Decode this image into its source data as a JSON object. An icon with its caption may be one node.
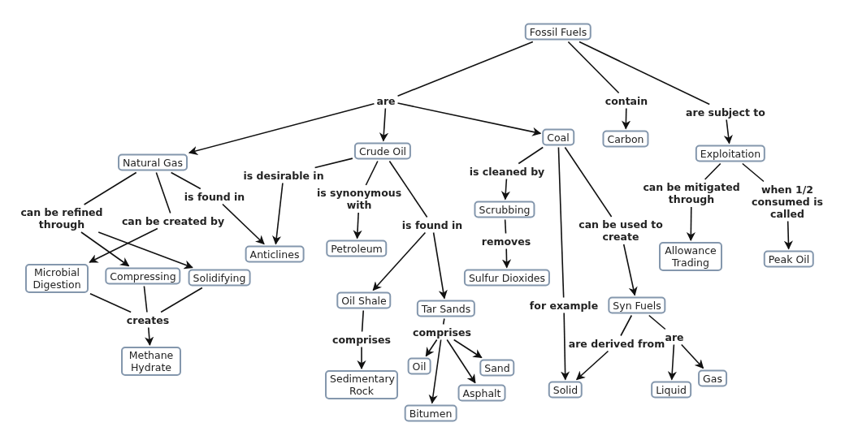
{
  "diagram": {
    "nodes": [
      {
        "text": [
          "Fossil Fuels"
        ]
      },
      {
        "text": [
          "are"
        ]
      },
      {
        "text": [
          "contain"
        ]
      },
      {
        "text": [
          "are subject to"
        ]
      },
      {
        "text": [
          "Natural Gas"
        ]
      },
      {
        "text": [
          "Crude Oil"
        ]
      },
      {
        "text": [
          "Coal"
        ]
      },
      {
        "text": [
          "Carbon"
        ]
      },
      {
        "text": [
          "Exploitation"
        ]
      },
      {
        "text": [
          "is desirable in"
        ]
      },
      {
        "text": [
          "is found in"
        ]
      },
      {
        "text": [
          "is synonymous with"
        ]
      },
      {
        "text": [
          "is cleaned by"
        ]
      },
      {
        "text": [
          "can be refined through"
        ]
      },
      {
        "text": [
          "can be created by"
        ]
      },
      {
        "text": [
          "can be used to create"
        ]
      },
      {
        "text": [
          "can be mitigated through"
        ]
      },
      {
        "text": [
          "when 1/2 consumed is called"
        ]
      },
      {
        "text": [
          "is found in"
        ]
      },
      {
        "text": [
          "removes"
        ]
      },
      {
        "text": [
          "Anticlines"
        ]
      },
      {
        "text": [
          "Petroleum"
        ]
      },
      {
        "text": [
          "Scrubbing"
        ]
      },
      {
        "text": [
          "Allowance Trading"
        ]
      },
      {
        "text": [
          "Peak Oil"
        ]
      },
      {
        "text": [
          "Sulfur Dioxides"
        ]
      },
      {
        "text": [
          "Microbial Digestion"
        ]
      },
      {
        "text": [
          "Compressing"
        ]
      },
      {
        "text": [
          "Solidifying"
        ]
      },
      {
        "text": [
          "Oil Shale"
        ]
      },
      {
        "text": [
          "Tar Sands"
        ]
      },
      {
        "text": [
          "for example"
        ]
      },
      {
        "text": [
          "Syn Fuels"
        ]
      },
      {
        "text": [
          "creates"
        ]
      },
      {
        "text": [
          "comprises"
        ]
      },
      {
        "text": [
          "comprises"
        ]
      },
      {
        "text": [
          "are derived from"
        ]
      },
      {
        "text": [
          "are"
        ]
      },
      {
        "text": [
          "Methane Hydrate"
        ]
      },
      {
        "text": [
          "Oil"
        ]
      },
      {
        "text": [
          "Sand"
        ]
      },
      {
        "text": [
          "Sedimentary Rock"
        ]
      },
      {
        "text": [
          "Asphalt"
        ]
      },
      {
        "text": [
          "Solid"
        ]
      },
      {
        "text": [
          "Liquid"
        ]
      },
      {
        "text": [
          "Gas"
        ]
      },
      {
        "text": [
          "Bitumen"
        ]
      }
    ],
    "edges": [
      {
        "from": 0,
        "to": 1,
        "arrow": "none"
      },
      {
        "from": 1,
        "to": 4,
        "arrow": "to"
      },
      {
        "from": 1,
        "to": 5,
        "arrow": "to"
      },
      {
        "from": 1,
        "to": 6,
        "arrow": "to"
      },
      {
        "from": 0,
        "to": 2,
        "arrow": "none"
      },
      {
        "from": 2,
        "to": 7,
        "arrow": "to"
      },
      {
        "from": 0,
        "to": 3,
        "arrow": "none"
      },
      {
        "from": 3,
        "to": 8,
        "arrow": "to"
      },
      {
        "from": 4,
        "to": 13,
        "arrow": "none"
      },
      {
        "from": 13,
        "to": 27,
        "arrow": "to"
      },
      {
        "from": 13,
        "to": 28,
        "arrow": "to"
      },
      {
        "from": 4,
        "to": 14,
        "arrow": "none"
      },
      {
        "from": 14,
        "to": 26,
        "arrow": "to"
      },
      {
        "from": 4,
        "to": 10,
        "arrow": "none"
      },
      {
        "from": 10,
        "to": 20,
        "arrow": "to"
      },
      {
        "from": 5,
        "to": 9,
        "arrow": "none"
      },
      {
        "from": 9,
        "to": 20,
        "arrow": "to"
      },
      {
        "from": 5,
        "to": 11,
        "arrow": "none"
      },
      {
        "from": 11,
        "to": 21,
        "arrow": "to"
      },
      {
        "from": 5,
        "to": 18,
        "arrow": "none"
      },
      {
        "from": 18,
        "to": 29,
        "arrow": "to"
      },
      {
        "from": 18,
        "to": 30,
        "arrow": "to"
      },
      {
        "from": 6,
        "to": 12,
        "arrow": "none"
      },
      {
        "from": 12,
        "to": 22,
        "arrow": "to"
      },
      {
        "from": 22,
        "to": 19,
        "arrow": "none"
      },
      {
        "from": 19,
        "to": 25,
        "arrow": "to"
      },
      {
        "from": 6,
        "to": 31,
        "arrow": "none"
      },
      {
        "from": 31,
        "to": 43,
        "arrow": "to"
      },
      {
        "from": 6,
        "to": 15,
        "arrow": "none"
      },
      {
        "from": 15,
        "to": 32,
        "arrow": "to"
      },
      {
        "from": 8,
        "to": 16,
        "arrow": "none"
      },
      {
        "from": 16,
        "to": 23,
        "arrow": "to"
      },
      {
        "from": 8,
        "to": 17,
        "arrow": "none"
      },
      {
        "from": 17,
        "to": 24,
        "arrow": "to"
      },
      {
        "from": 26,
        "to": 33,
        "arrow": "none"
      },
      {
        "from": 27,
        "to": 33,
        "arrow": "none"
      },
      {
        "from": 28,
        "to": 33,
        "arrow": "none"
      },
      {
        "from": 33,
        "to": 38,
        "arrow": "to"
      },
      {
        "from": 29,
        "to": 34,
        "arrow": "none"
      },
      {
        "from": 34,
        "to": 41,
        "arrow": "to"
      },
      {
        "from": 30,
        "to": 35,
        "arrow": "none"
      },
      {
        "from": 35,
        "to": 39,
        "arrow": "to"
      },
      {
        "from": 35,
        "to": 46,
        "arrow": "to"
      },
      {
        "from": 35,
        "to": 42,
        "arrow": "to"
      },
      {
        "from": 35,
        "to": 40,
        "arrow": "to"
      },
      {
        "from": 32,
        "to": 36,
        "arrow": "none"
      },
      {
        "from": 36,
        "to": 43,
        "arrow": "to"
      },
      {
        "from": 32,
        "to": 37,
        "arrow": "none"
      },
      {
        "from": 37,
        "to": 44,
        "arrow": "to"
      },
      {
        "from": 37,
        "to": 45,
        "arrow": "to"
      }
    ]
  }
}
